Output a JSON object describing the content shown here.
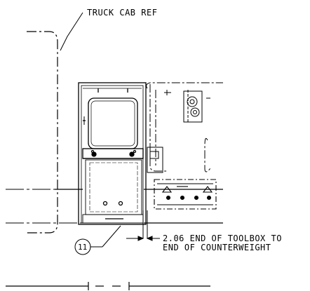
{
  "drawing": {
    "title": "",
    "labels": {
      "truck_cab_ref": "TRUCK CAB REF",
      "dimension_line1": "2.06 END OF TOOLBOX TO",
      "dimension_line2": "END OF COUNTERWEIGHT"
    },
    "callouts": [
      {
        "number": "11"
      }
    ],
    "colors": {
      "line": "#000000",
      "background": "#ffffff"
    }
  }
}
